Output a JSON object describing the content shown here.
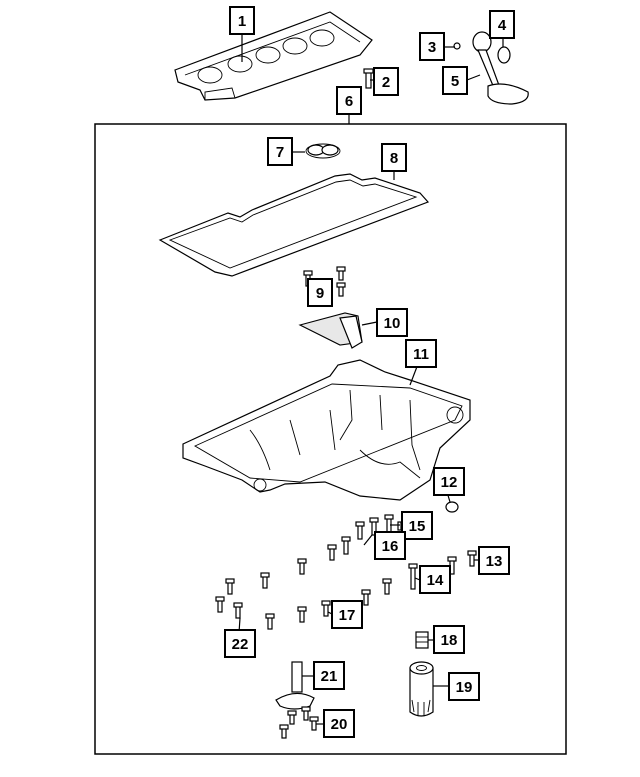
{
  "diagram": {
    "callouts": [
      {
        "number": "1"
      },
      {
        "number": "2"
      },
      {
        "number": "3"
      },
      {
        "number": "4"
      },
      {
        "number": "5"
      },
      {
        "number": "6"
      },
      {
        "number": "7"
      },
      {
        "number": "8"
      },
      {
        "number": "9"
      },
      {
        "number": "10"
      },
      {
        "number": "11"
      },
      {
        "number": "12"
      },
      {
        "number": "13"
      },
      {
        "number": "14"
      },
      {
        "number": "15"
      },
      {
        "number": "16"
      },
      {
        "number": "17"
      },
      {
        "number": "18"
      },
      {
        "number": "19"
      },
      {
        "number": "20"
      },
      {
        "number": "21"
      },
      {
        "number": "22"
      }
    ]
  }
}
